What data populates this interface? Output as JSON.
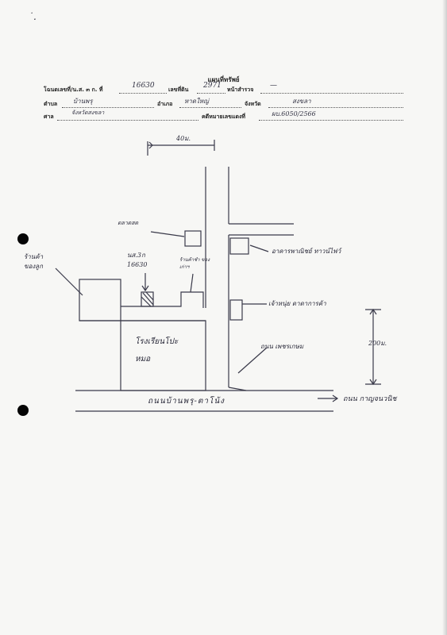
{
  "document": {
    "title": "แผนที่ทรัพย์",
    "form": {
      "deed_label": "โฉนดเลขที่/น.ส. ๓ ก. ที่",
      "deed_value": "16630",
      "land_no_label": "เลขที่ดิน",
      "land_no_value": "2971",
      "survey_page_label": "หน้าสำรวจ",
      "survey_page_value": "—",
      "subdistrict_label": "ตำบล",
      "subdistrict_value": "บ้านพรุ",
      "district_label": "อำเภอ",
      "district_value": "หาดใหญ่",
      "province_label": "จังหวัด",
      "province_value": "สงขลา",
      "court_label": "ศาล",
      "court_value": "จังหวัดสงขลา",
      "case_no_label": "คดีหมายเลขแดงที่",
      "case_no_value": "ผบ.6050/2566"
    },
    "map": {
      "north_scale": "40ม.",
      "label_building_top": "ตลาดสด",
      "label_right_shop": "อาคารพาณิชย์ ทาวน์ไฟว์",
      "label_left_building": "ร้านค้า ของลูก",
      "label_plot": "นส.3ก 16630",
      "label_plot_desc": "ร้านค้าชำ ของเก่าฯ",
      "label_school": "โรงเรียนโปะ หมอ",
      "label_right_building": "เจ้าหนุ่ย ดาดาการค้า",
      "label_soi": "ถนน เพชรเกษม",
      "distance": "200ม.",
      "main_road": "ถนนบ้านพรุ-ตาโน้ง",
      "road_right": "ถนน กาญจนวนิช"
    }
  }
}
